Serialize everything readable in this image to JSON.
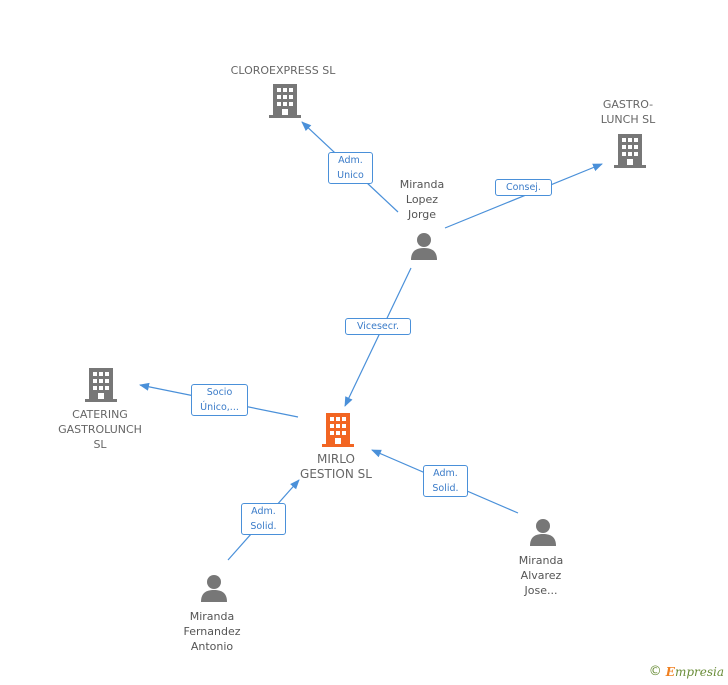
{
  "colors": {
    "company_gray": "#777777",
    "company_main": "#f26522",
    "person": "#777777",
    "edge": "#4a90d9"
  },
  "nodes": {
    "cloroexpress": {
      "label": "CLOROEXPRESS SL",
      "icon": "building-icon"
    },
    "gastrolunch": {
      "label": "GASTRO-\nLUNCH SL",
      "icon": "building-icon"
    },
    "catering": {
      "label": "CATERING\nGASTROLUNCH\nSL",
      "icon": "building-icon"
    },
    "mirlo": {
      "label": "MIRLO\nGESTION SL",
      "icon": "building-icon"
    },
    "miranda_lopez": {
      "label": "Miranda\nLopez\nJorge",
      "icon": "person-icon"
    },
    "miranda_fernandez": {
      "label": "Miranda\nFernandez\nAntonio",
      "icon": "person-icon"
    },
    "miranda_alvarez": {
      "label": "Miranda\nAlvarez\nJose...",
      "icon": "person-icon"
    }
  },
  "edges": {
    "lopez_to_cloroexpress": "Adm.\nUnico",
    "lopez_to_gastrolunch": "Consej.",
    "lopez_to_mirlo": "Vicesecr.",
    "mirlo_to_catering": "Socio\nÚnico,...",
    "fernandez_to_mirlo": "Adm.\nSolid.",
    "alvarez_to_mirlo": "Adm.\nSolid."
  },
  "footer": {
    "copyright": "©",
    "brand_e": "E",
    "brand_rest": "mpresia"
  }
}
